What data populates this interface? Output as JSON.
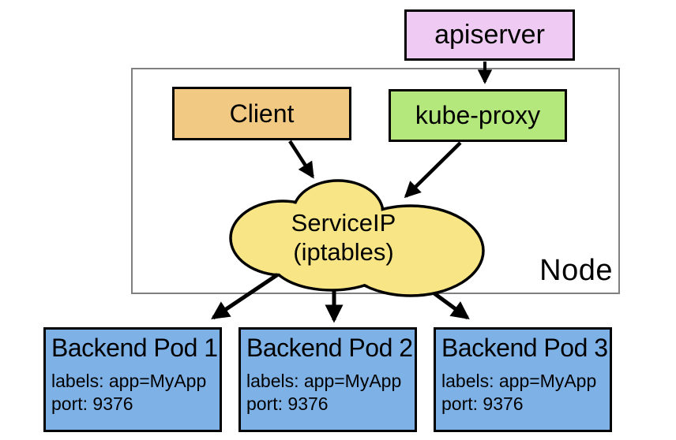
{
  "diagram": {
    "node_label": "Node",
    "boxes": {
      "apiserver": "apiserver",
      "client": "Client",
      "kube_proxy": "kube-proxy"
    },
    "cloud": {
      "line1": "ServiceIP",
      "line2": "(iptables)"
    },
    "pods": [
      {
        "title": "Backend Pod 1",
        "labels_line": "labels: app=MyApp",
        "port_line": "port: 9376"
      },
      {
        "title": "Backend Pod 2",
        "labels_line": "labels: app=MyApp",
        "port_line": "port: 9376"
      },
      {
        "title": "Backend Pod 3",
        "labels_line": "labels: app=MyApp",
        "port_line": "port: 9376"
      }
    ],
    "edges": [
      {
        "from": "apiserver",
        "to": "kube-proxy"
      },
      {
        "from": "Client",
        "to": "ServiceIP (iptables)"
      },
      {
        "from": "kube-proxy",
        "to": "ServiceIP (iptables)"
      },
      {
        "from": "ServiceIP (iptables)",
        "to": "Backend Pod 1"
      },
      {
        "from": "ServiceIP (iptables)",
        "to": "Backend Pod 2"
      },
      {
        "from": "ServiceIP (iptables)",
        "to": "Backend Pod 3"
      }
    ],
    "colors": {
      "apiserver_fill": "#efcbf3",
      "client_fill": "#f1c983",
      "kube_proxy_fill": "#b4e87c",
      "cloud_fill": "#f8e586",
      "pod_fill": "#7eb2e7",
      "node_border": "#7f7f7f",
      "outline": "#000000"
    }
  }
}
